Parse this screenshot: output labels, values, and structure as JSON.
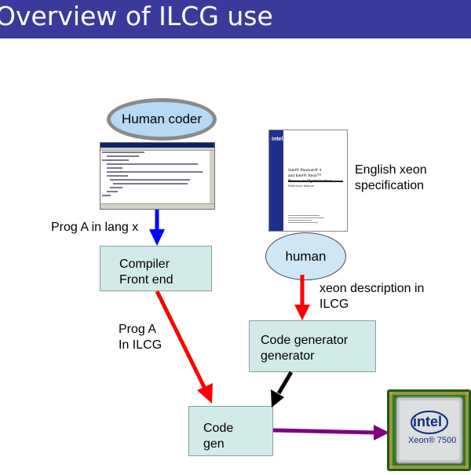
{
  "slide": {
    "title": "Overview of ILCG use"
  },
  "nodes": {
    "human_coder": "Human coder",
    "human": "human",
    "compiler_front_end": [
      "Compiler",
      "Front end"
    ],
    "code_generator_generator": [
      "Code generator",
      "generator"
    ],
    "code_gen": [
      "Code",
      "gen"
    ]
  },
  "labels": {
    "prog_a_lang_x": "Prog A in lang x",
    "english_xeon_spec": [
      "English xeon",
      "specification"
    ],
    "xeon_description": [
      "xeon description in",
      "ILCG"
    ],
    "prog_a_ilcg": [
      "Prog A",
      "In ILCG"
    ]
  },
  "manual": {
    "logo": "intel.",
    "title_lines": [
      "Intel® Pentium® 4",
      "and Intel® Xeon™",
      "Processor Optimization"
    ],
    "subtitle": "Reference Manual"
  },
  "chip": {
    "brand": "intel",
    "model": "Xeon® 7500"
  },
  "colors": {
    "title_bar": "#3a3a9c",
    "box_fill": "#d2ebe9",
    "ellipse_fill": "#cfe7f4",
    "arrow_red": "#ff0000",
    "arrow_blue": "#0000ff",
    "arrow_black": "#000000",
    "arrow_purple": "#7f007f"
  }
}
